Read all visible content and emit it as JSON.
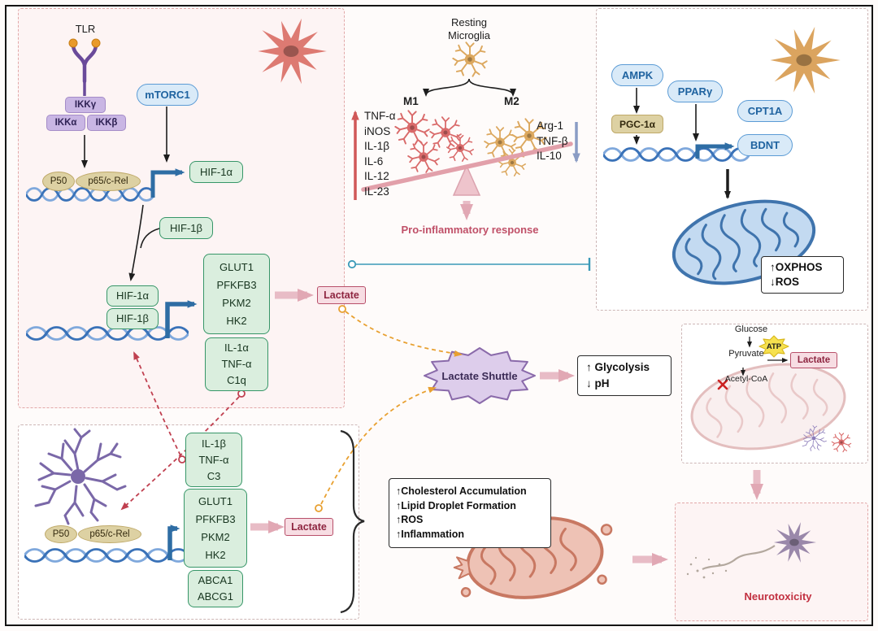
{
  "colors": {
    "panel_pink_border": "#e2a8a8",
    "green_box": "#daeede",
    "blue_pill": "#d9eaf8",
    "lactate_pink": "#f7dde3",
    "pro_inflammatory_red": "#c05068",
    "neurotoxicity_red": "#c23040",
    "dna_blue": "#3a72b8",
    "inhibition_teal": "#3a9ab8"
  },
  "tlr_panel": {
    "tlr": "TLR",
    "ikk_gamma": "IKKγ",
    "ikk_alpha": "IKKα",
    "ikk_beta": "IKKβ",
    "mtorc1": "mTORC1",
    "p50": "P50",
    "p65": "p65/c-Rel",
    "hif1a": "HIF-1α",
    "hif1b": "HIF-1β",
    "genes": [
      "GLUT1",
      "PFKFB3",
      "PKM2",
      "HK2"
    ],
    "cytokines": [
      "IL-1α",
      "TNF-α",
      "C1q"
    ],
    "lactate": "Lactate"
  },
  "microglia_panel": {
    "resting_line1": "Resting",
    "resting_line2": "Microglia",
    "m1": "M1",
    "m2": "M2",
    "m1_markers": [
      "TNF-α",
      "iNOS",
      "IL-1β",
      "IL-6",
      "IL-12",
      "IL-23"
    ],
    "m2_markers": [
      "Arg-1",
      "TNF-β",
      "IL-10"
    ],
    "response": "Pro-inflammatory response"
  },
  "ampk_panel": {
    "ampk": "AMPK",
    "pparg": "PPARγ",
    "pgc1a": "PGC-1α",
    "cpt1a": "CPT1A",
    "bdnt": "BDNT",
    "oxphos": "↑OXPHOS",
    "ros": "↓ROS"
  },
  "shuttle": {
    "label": "Lactate Shuttle",
    "glycolysis": "↑ Glycolysis",
    "ph": "↓ pH"
  },
  "metabolism_panel": {
    "glucose": "Glucose",
    "pyruvate": "Pyruvate",
    "atp": "ATP",
    "lactate": "Lactate",
    "acetyl_coa": "Acetyl-CoA"
  },
  "astrocyte_panel": {
    "p50": "P50",
    "p65": "p65/c-Rel",
    "cytokines": [
      "IL-1β",
      "TNF-α",
      "C3"
    ],
    "genes": [
      "GLUT1",
      "PFKFB3",
      "PKM2",
      "HK2"
    ],
    "transporters": [
      "ABCA1",
      "ABCG1"
    ],
    "lactate": "Lactate",
    "effects": [
      "↑Cholesterol Accumulation",
      "↑Lipid Droplet Formation",
      "↑ROS",
      "↑Inflammation"
    ]
  },
  "neurotoxicity_panel": {
    "label": "Neurotoxicity"
  }
}
